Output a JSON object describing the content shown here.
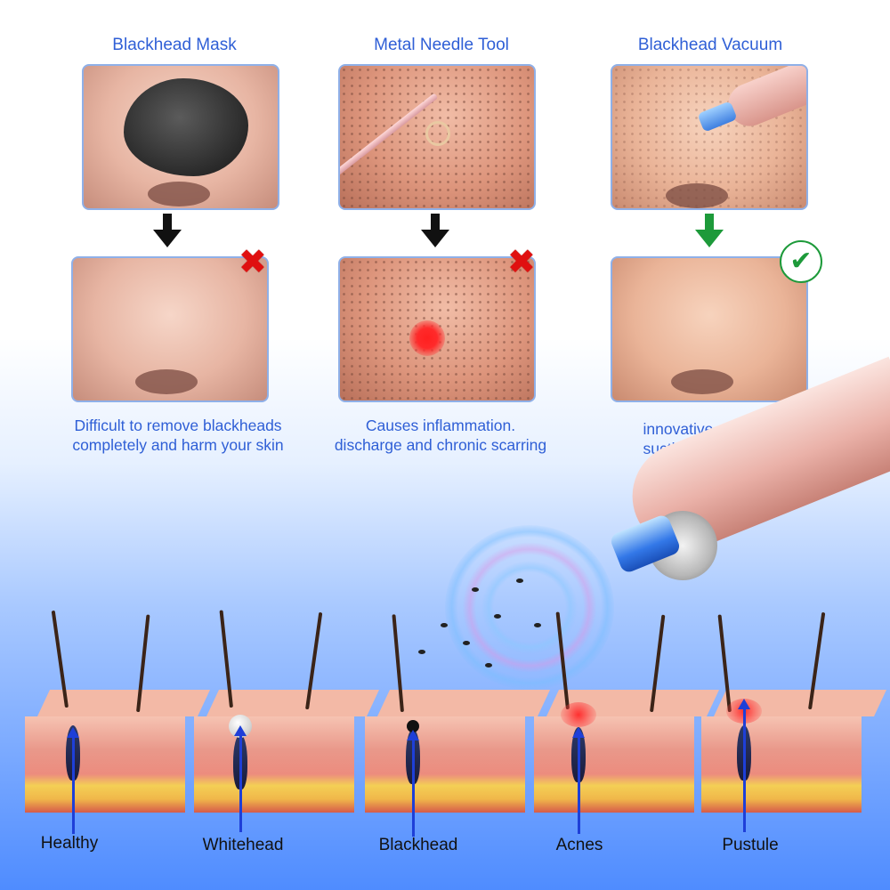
{
  "columns": [
    {
      "title": "Blackhead Mask",
      "caption_line1": "Difficult to remove blackheads",
      "caption_line2": "completely and harm your skin",
      "verdict": "x"
    },
    {
      "title": "Metal Needle Tool",
      "caption_line1": "Causes inflammation.",
      "caption_line2": "discharge and chronic scarring",
      "verdict": "x"
    },
    {
      "title": "Blackhead Vacuum",
      "caption_line1": "innovative vacuum",
      "caption_line2": "suction technology",
      "verdict": "check"
    }
  ],
  "skin_labels": [
    "Healthy",
    "Whitehead",
    "Blackhead",
    "Acnes",
    "Pustule"
  ],
  "marks": {
    "x": "✖",
    "check": "✔"
  },
  "colors": {
    "title_blue": "#2f5fd6",
    "x_red": "#e01010",
    "check_green": "#1d9a3a",
    "arrow_green": "#1d9a3a",
    "arrow_black": "#111111"
  }
}
